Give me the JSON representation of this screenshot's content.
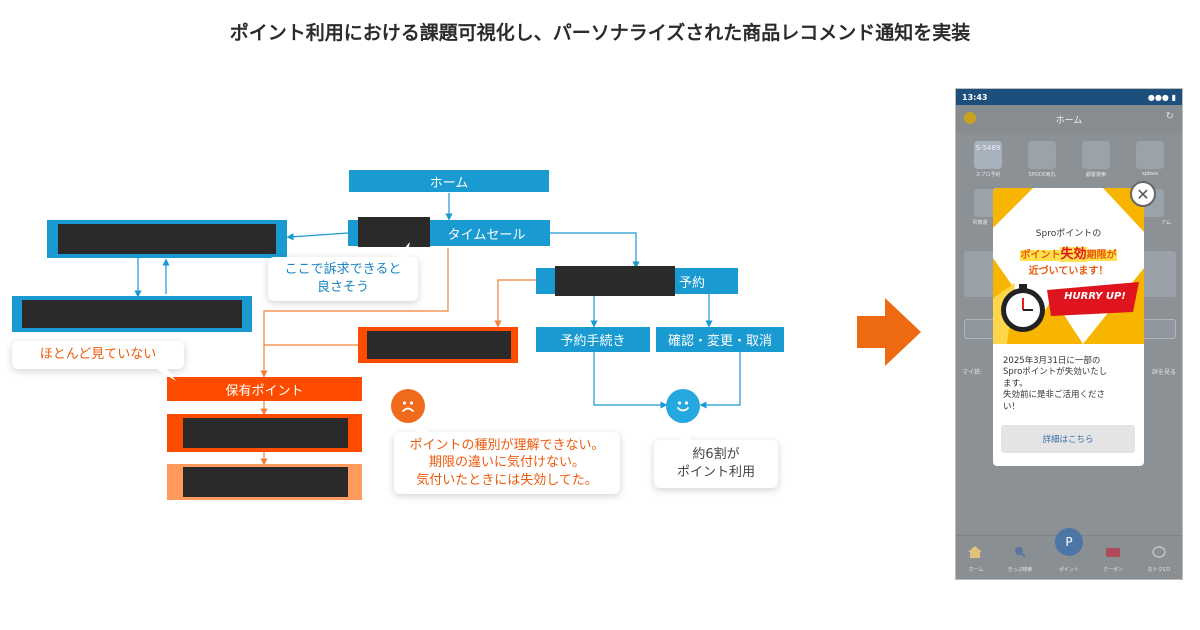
{
  "title": "ポイント利用における課題可視化し、パーソナライズされた商品レコメンド通知を実装",
  "flow": {
    "home": "ホーム",
    "timesale": "タイムセール",
    "reserve": "予約",
    "reserve_proc": "予約手続き",
    "confirm": "確認・変更・取消",
    "holding_points": "保有ポイント"
  },
  "bubbles": {
    "appeal": [
      "ここで訴求できると",
      "良さそう"
    ],
    "not_seen": "ほとんど見ていない",
    "problems": [
      "ポイントの種別が理解できない。",
      "期限の違いに気付けない。",
      "気付いたときには失効してた。"
    ],
    "usage": [
      "約6割が",
      "ポイント利用"
    ]
  },
  "phone": {
    "time": "13:43",
    "header": "ホーム",
    "tiles": [
      "S-5489",
      "スプロ予約",
      "SPOCK両丸",
      "顧客検索",
      "spbwa",
      "列車運",
      "アム"
    ],
    "my_label": "マイ鉄:",
    "more_link": "詳を見る",
    "nav": [
      "ホーム",
      "きっぷ検索",
      "ポイント",
      "クーポン",
      "おトクCO"
    ],
    "point_badge": "P",
    "popup": {
      "line1": "Sproポイントの",
      "line2a": "ポイント",
      "line2b": "失効",
      "line2c": "期限が",
      "line3": "近づいています！",
      "hurry": "HURRY UP!",
      "body": "2025年3月31日に一部のSproポイントが失効いたします。\n失効前に是非ご活用ください！",
      "body1": "2025年3月31日に一部の",
      "body2": "Sproポイントが失効いたし",
      "body3": "ます。",
      "body4": "失効前に是非ご活用くださ",
      "body5": "い！",
      "button": "詳細はこちら"
    }
  },
  "colors": {
    "blue": "#199bd1",
    "orange": "#fd4c00",
    "peach": "#ff9a5c",
    "arrow": "#ee6a12",
    "yellow": "#f7b500",
    "smile": "#25a7e0",
    "sad": "#f06a1c"
  }
}
